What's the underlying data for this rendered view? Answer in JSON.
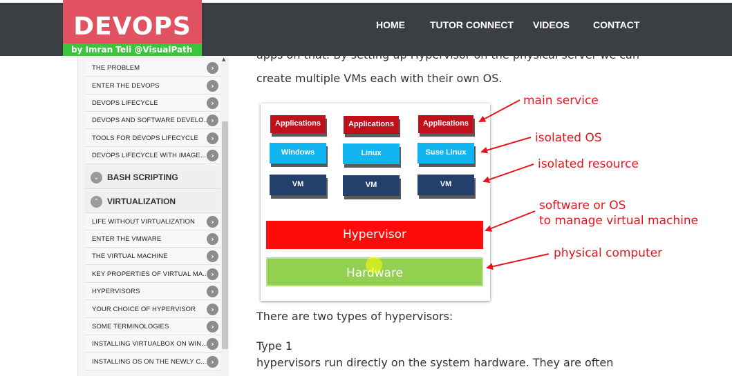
{
  "header": {
    "logo_title": "DEVOPS",
    "logo_subtitle": "by Imran Teli @VisualPath",
    "nav": [
      "HOME",
      "TUTOR CONNECT",
      "VIDEOS",
      "CONTACT"
    ]
  },
  "sidebar": {
    "items_top": [
      "THE PROBLEM",
      "ENTER THE DEVOPS",
      "DEVOPS LIFECYCLE",
      "DEVOPS AND SOFTWARE DEVELO...",
      "TOOLS FOR DEVOPS LIFECYCLE",
      "DEVOPS LIFECYCLE WITH IMAGE..."
    ],
    "section_bash": "BASH SCRIPTING",
    "section_virt": "VIRTUALIZATION",
    "items_virt": [
      "LIFE WITHOUT VIRTUALIZATION",
      "ENTER THE VMWARE",
      "THE VIRTUAL MACHINE",
      "KEY PROPERTIES OF VIRTUAL MA...",
      "HYPERVISORS",
      "YOUR CHOICE OF HYPERVISOR",
      "SOME TERMINOLOGIES",
      "INSTALLING VIRTUALBOX ON WIN...",
      "INSTALLING OS ON THE NEWLY C..."
    ]
  },
  "content": {
    "line_cut": "apps on that. By setting up Hypervisor on the physical server we can",
    "line_vm": "create multiple VMs each with their own OS.",
    "types_intro": "There are two types of hypervisors:",
    "type1_title": "Type 1",
    "type1_desc": "hypervisors run directly on the system hardware. They are often"
  },
  "diagram": {
    "apps": [
      "Applications",
      "Applications",
      "Applications"
    ],
    "oses": [
      "Windows",
      "Linux",
      "Suse Linux"
    ],
    "vms": [
      "VM",
      "VM",
      "VM"
    ],
    "hypervisor": "Hypervisor",
    "hardware": "Hardware",
    "annotations": {
      "main_service": "main service",
      "isolated_os": "isolated OS",
      "isolated_resource": "isolated resource",
      "software_line1": "software or OS",
      "software_line2": "to manage virtual machine",
      "physical": "physical computer"
    }
  },
  "colors": {
    "nav_bg": "#3b3e43",
    "logo_bg": "#e05260",
    "logo_sub_bg": "#3cc43c",
    "annotation": "#e8141b",
    "app_block": "#c0101b",
    "os_block": "#12b5f0",
    "vm_block": "#233f6b",
    "hypervisor_block": "#ff0a0a",
    "hardware_block": "#92d050"
  }
}
